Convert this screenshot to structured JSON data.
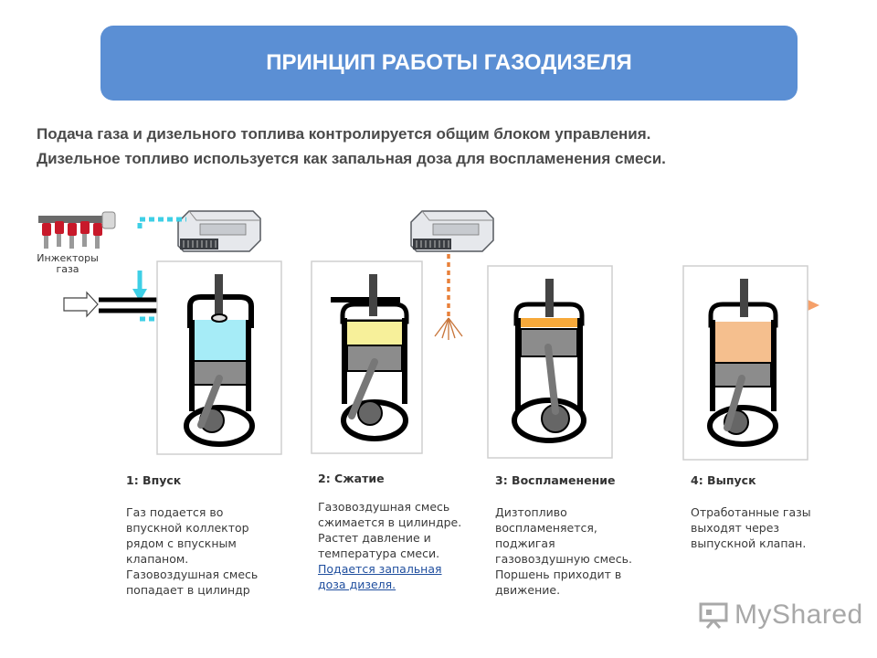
{
  "header": {
    "title": "ПРИНЦИП РАБОТЫ ГАЗОДИЗЕЛЯ"
  },
  "intro": {
    "line1": "Подача газа и дизельного топлива контролируется общим блоком управления.",
    "line2": "Дизельное топливо используется как запальная доза для воспламенения смеси."
  },
  "injectors": {
    "label": "Инжекторы\nгаза"
  },
  "stages": [
    {
      "title": "1: Впуск",
      "body": "Газ подается во\nвпускной коллектор\nрядом с впускным\nклапаном.\nГазовоздушная смесь\nпопадает в цилиндр"
    },
    {
      "title": "2: Сжатие",
      "body": " Газовоздушная смесь\nсжимается в цилиндре.\nРастет давление и\nтемпература смеси.",
      "link": "Подается запальная\nдоза дизеля."
    },
    {
      "title": "3: Воспламенение",
      "body": "Дизтопливо\nвоспламеняется,\nподжигая\nгазовоздушную смесь.\nПоршень приходит в\nдвижение."
    },
    {
      "title": "4: Выпуск",
      "body": "Отработанные газы\nвыходят через\nвыпускной клапан."
    }
  ],
  "logo": {
    "text": "MyShared"
  },
  "colors": {
    "banner": "#5b8fd4",
    "gas": "#a6ecf7",
    "gas_arrow": "#3ecfe6",
    "compressed": "#f7f09a",
    "ignition": "#f7a93a",
    "exhaust": "#f5bf8e",
    "diesel_arrow": "#e8803a"
  }
}
